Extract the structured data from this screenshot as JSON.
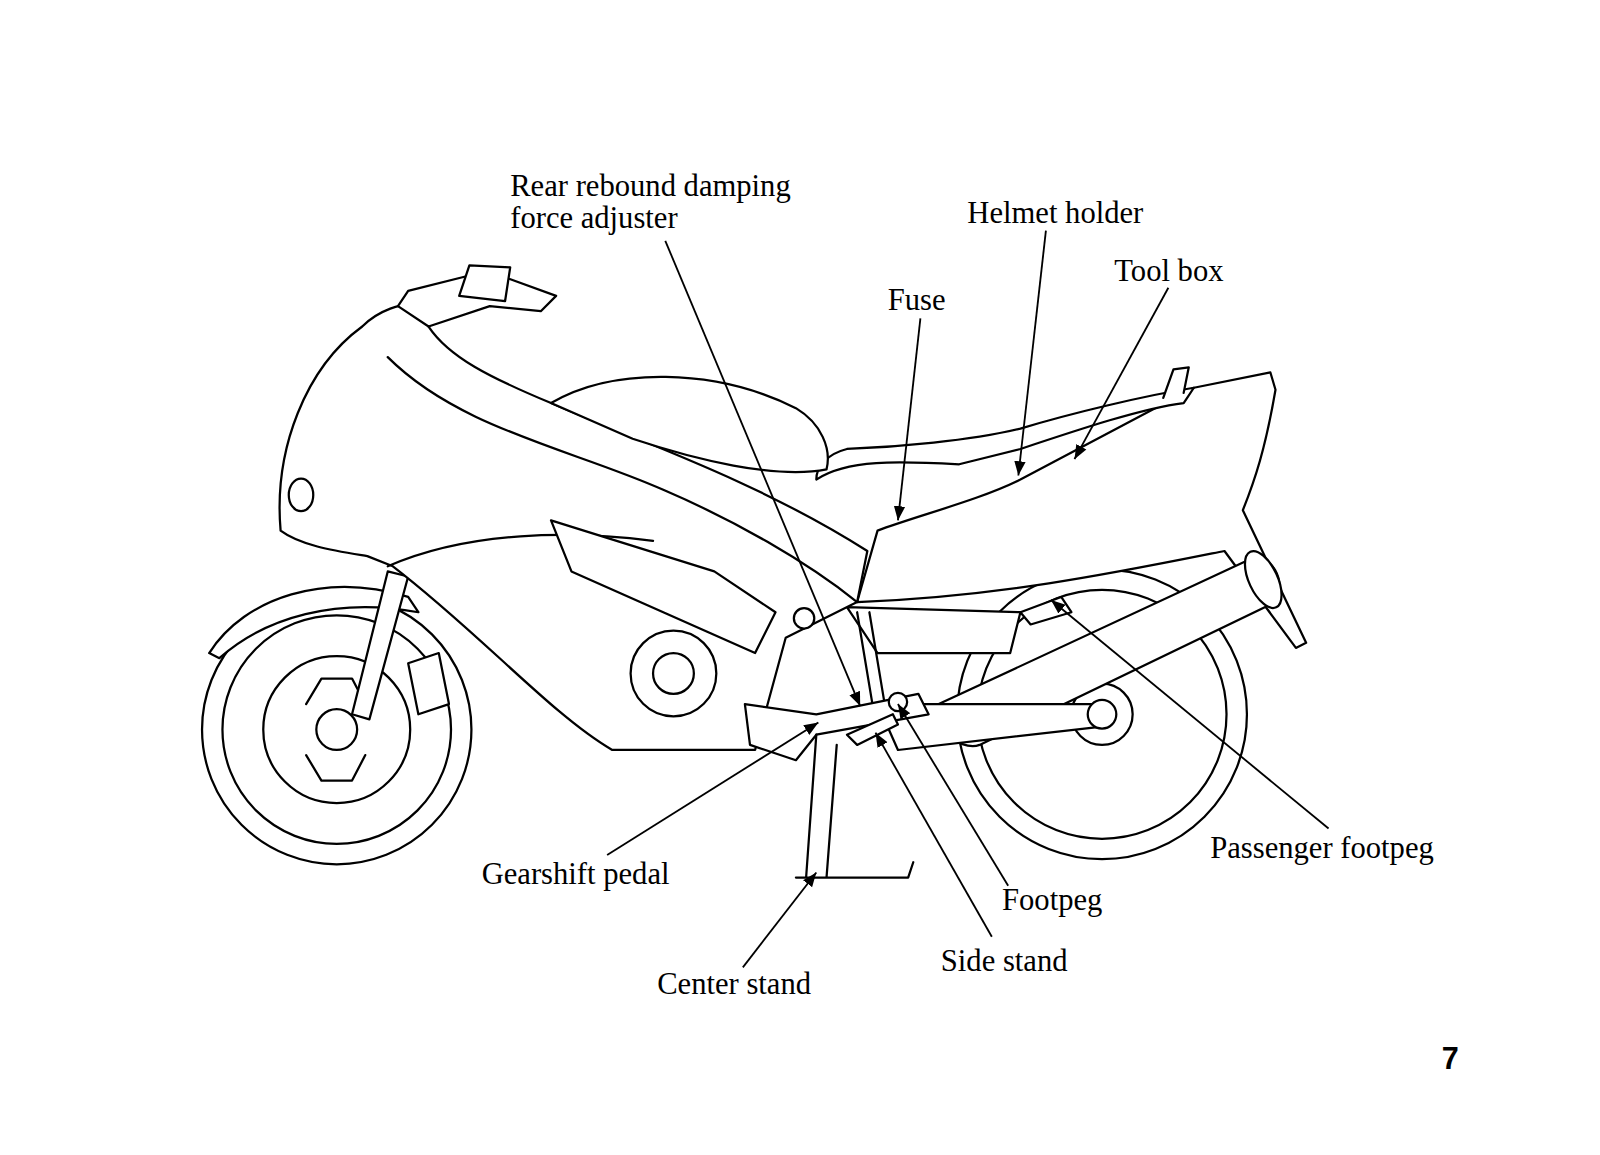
{
  "diagram": {
    "labels": [
      "Rear rebound damping force adjuster",
      "Helmet holder",
      "Tool box",
      "Fuse",
      "Passenger footpeg",
      "Gearshift pedal",
      "Footpeg",
      "Side stand",
      "Center stand",
      "7"
    ]
  }
}
